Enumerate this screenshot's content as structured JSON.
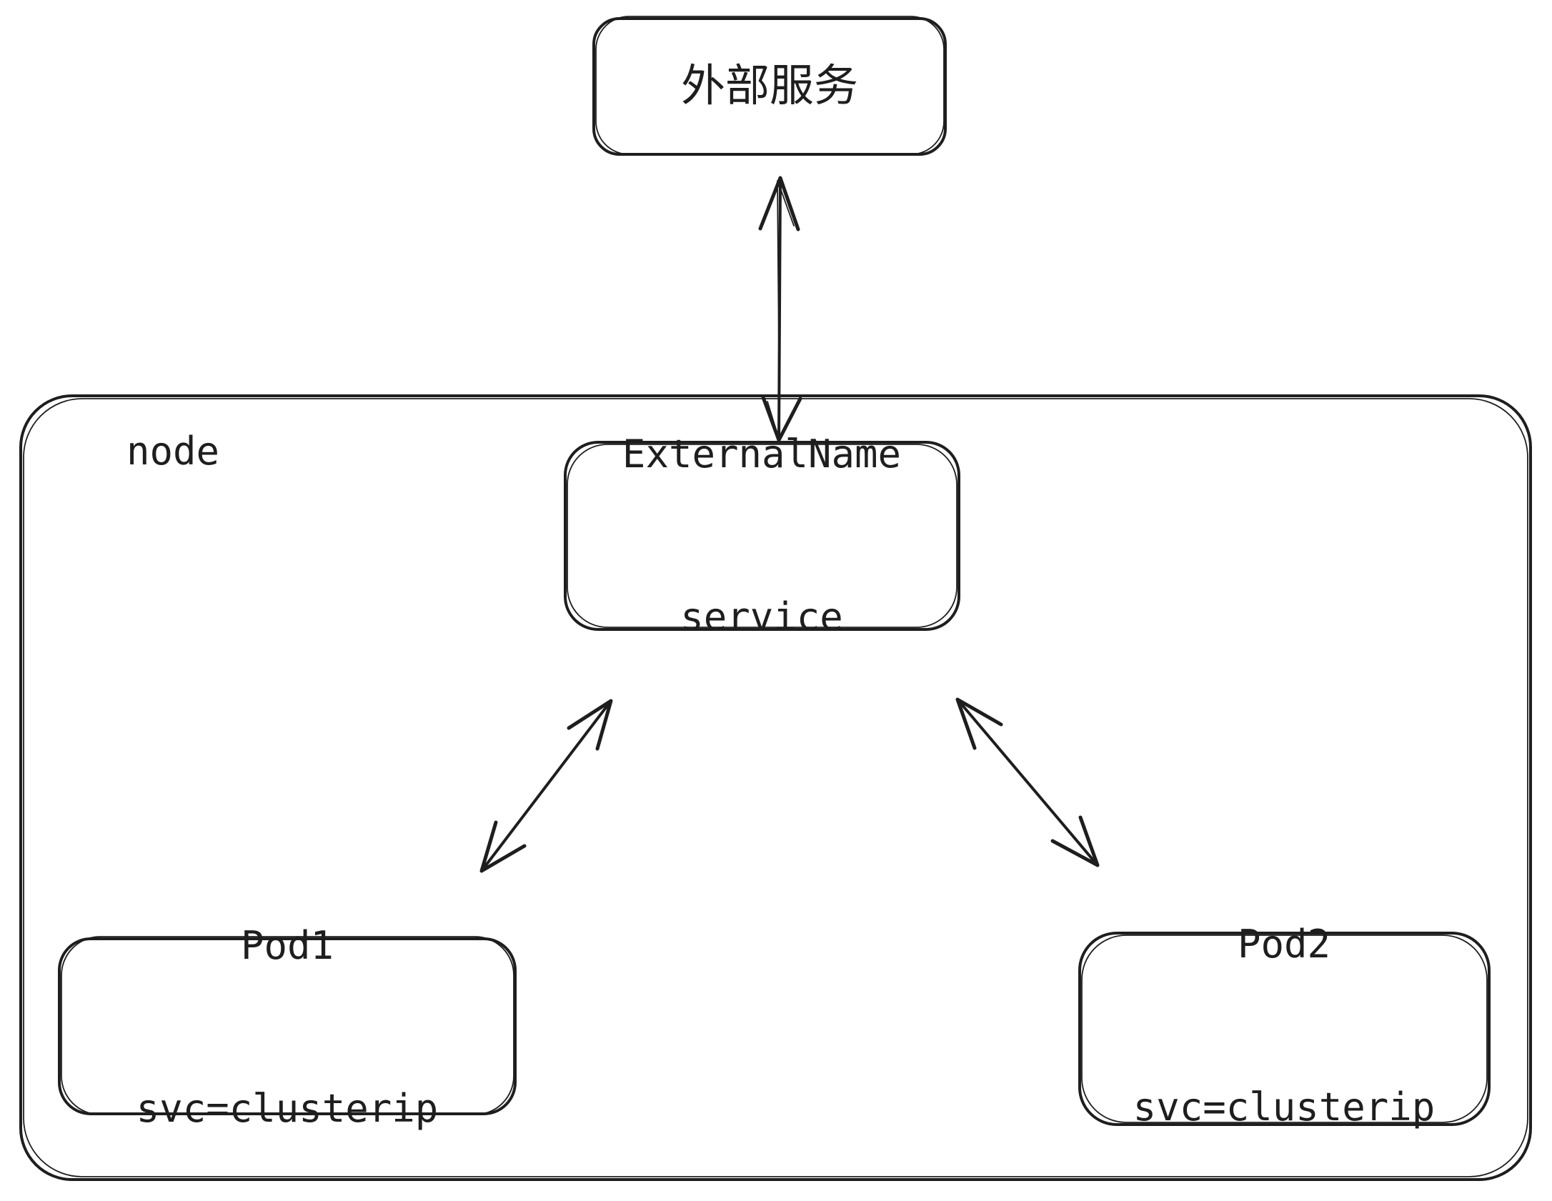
{
  "nodes": {
    "external_service": {
      "label": "外部服务"
    },
    "node_container": {
      "label": "node"
    },
    "externalname_service": {
      "label_line1": "ExternalName",
      "label_line2": "service"
    },
    "pod1": {
      "label_line1": "Pod1",
      "label_line2": "svc=clusterip"
    },
    "pod2": {
      "label_line1": "Pod2",
      "label_line2": "svc=clusterip"
    }
  },
  "edges": [
    {
      "from": "externalname_service",
      "to": "external_service",
      "style": "double-headed-arrow"
    },
    {
      "from": "externalname_service",
      "to": "pod1",
      "style": "double-headed-arrow"
    },
    {
      "from": "externalname_service",
      "to": "pod2",
      "style": "double-headed-arrow"
    }
  ],
  "colors": {
    "stroke": "#1e1e1e",
    "background": "#ffffff"
  }
}
